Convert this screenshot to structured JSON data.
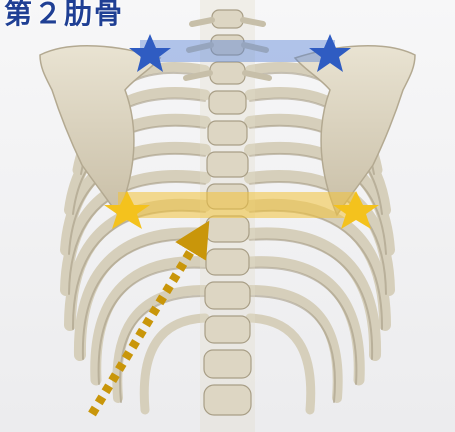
{
  "title": "第２肋骨",
  "image": {
    "subject": "rib-cage-posterior-view",
    "colors": {
      "background": "#f4f4f5",
      "bone": "#dcd5c2",
      "bone_shadow": "#a69c85",
      "blue_band": "#5b86d6",
      "blue_star": "#2f5cc2",
      "yellow_band": "#f2c33a",
      "yellow_star": "#f4c21d",
      "arrow": "#c9960a",
      "title": "#1f3f94"
    },
    "markers": [
      {
        "name": "blue-star-left",
        "color": "blue"
      },
      {
        "name": "blue-star-right",
        "color": "blue"
      },
      {
        "name": "yellow-star-left",
        "color": "yellow"
      },
      {
        "name": "yellow-star-right",
        "color": "yellow"
      }
    ],
    "arrow": {
      "style": "dotted",
      "color": "yellow"
    }
  }
}
